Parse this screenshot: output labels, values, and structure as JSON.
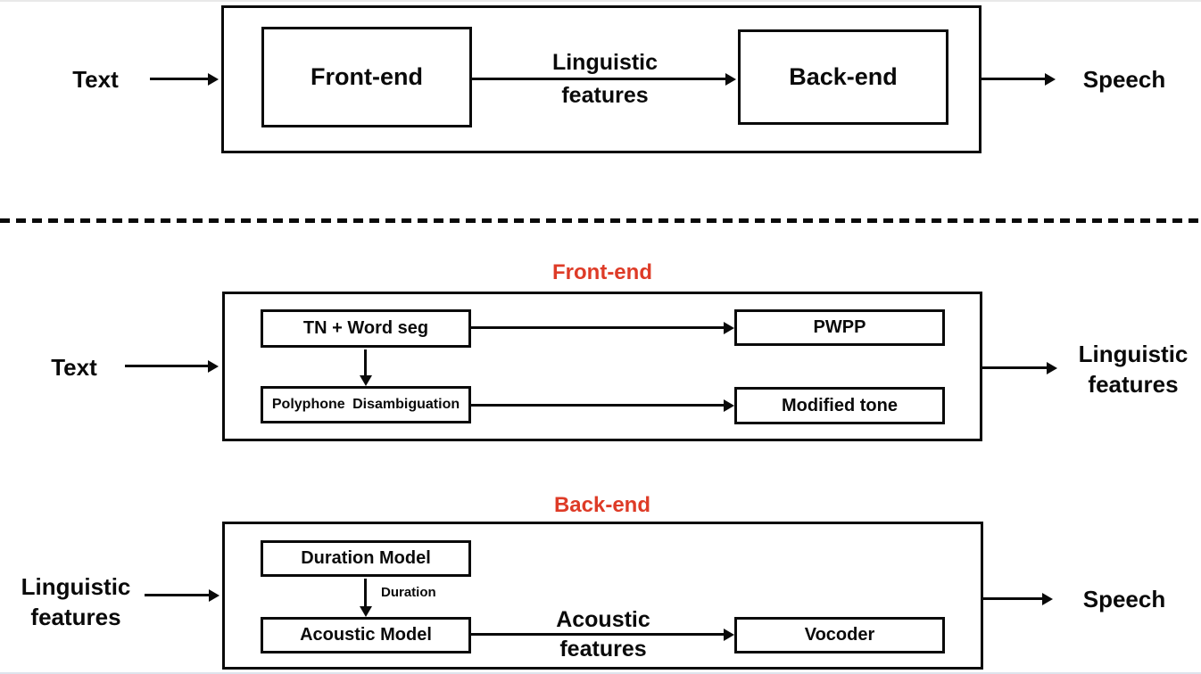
{
  "colors": {
    "accent_red": "#de3b27",
    "line_black": "#0a0a0a"
  },
  "overview": {
    "input_label": "Text",
    "frontend_box": "Front-end",
    "arrow_label_line1": "Linguistic",
    "arrow_label_line2": "features",
    "backend_box": "Back-end",
    "output_label": "Speech"
  },
  "frontend_detail": {
    "title": "Front-end",
    "input_label": "Text",
    "boxes": {
      "tn_word_seg": "TN + Word seg",
      "polyphone": "Polyphone Disambiguation",
      "pwpp": "PWPP",
      "modified_tone": "Modified tone"
    },
    "output_label_line1": "Linguistic",
    "output_label_line2": "features"
  },
  "backend_detail": {
    "title": "Back-end",
    "input_label_line1": "Linguistic",
    "input_label_line2": "features",
    "boxes": {
      "duration_model": "Duration Model",
      "acoustic_model": "Acoustic Model",
      "vocoder": "Vocoder"
    },
    "duration_arrow_label": "Duration",
    "acoustic_arrow_label_line1": "Acoustic",
    "acoustic_arrow_label_line2": "features",
    "output_label": "Speech"
  }
}
